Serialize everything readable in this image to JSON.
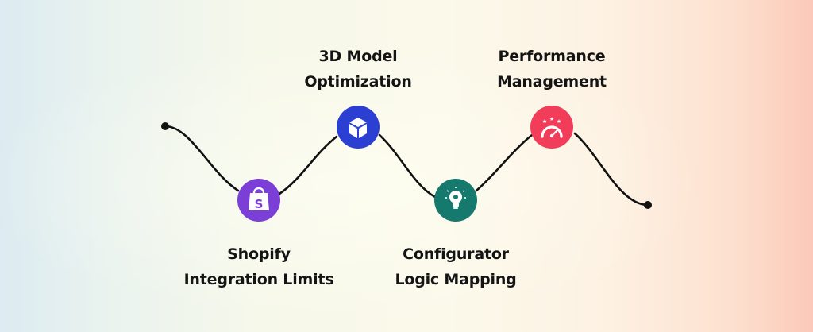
{
  "steps": [
    {
      "line1": "Shopify",
      "line2": "Integration Limits",
      "icon": "shopify-bag-icon",
      "color": "#7b3ed6"
    },
    {
      "line1": "3D Model",
      "line2": "Optimization",
      "icon": "cube-icon",
      "color": "#2b3fd3"
    },
    {
      "line1": "Configurator",
      "line2": "Logic Mapping",
      "icon": "lightbulb-gear-icon",
      "color": "#157a6d"
    },
    {
      "line1": "Performance",
      "line2": "Management",
      "icon": "speedometer-stars-icon",
      "color": "#f23d5a"
    }
  ],
  "colors": {
    "line": "#111111",
    "icon_fill": "#ffffff"
  }
}
